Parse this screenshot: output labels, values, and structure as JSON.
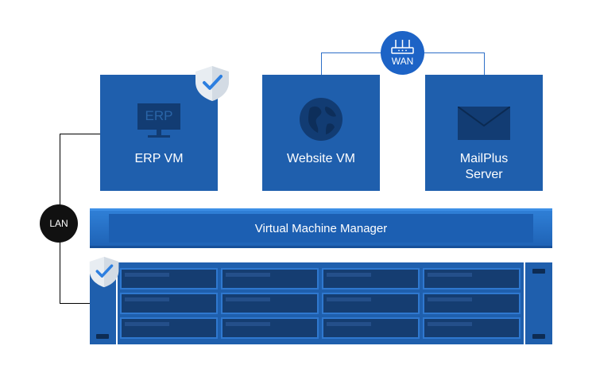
{
  "vms": [
    {
      "label": "ERP VM",
      "icon": "erp-monitor-icon",
      "screen_text": "ERP",
      "protected": true
    },
    {
      "label": "Website VM",
      "icon": "globe-icon",
      "protected": false
    },
    {
      "label": "MailPlus\nServer",
      "icon": "envelope-icon",
      "protected": false
    }
  ],
  "manager": {
    "label": "Virtual Machine Manager"
  },
  "network": {
    "lan_label": "LAN",
    "wan_label": "WAN"
  },
  "storage": {
    "icon": "nas-server-icon",
    "protected": true,
    "bay_rows": 3,
    "bay_columns": 4
  },
  "colors": {
    "vm_box": "#1f5fad",
    "vm_icon": "#123c73",
    "manager_bar": "#1f63b6",
    "wan_badge": "#1d63c6",
    "lan_badge": "#111111",
    "connector_lan": "#000000",
    "connector_wan": "#2d6fc7",
    "shield": "#e8edf2",
    "check": "#2d7fe0"
  }
}
